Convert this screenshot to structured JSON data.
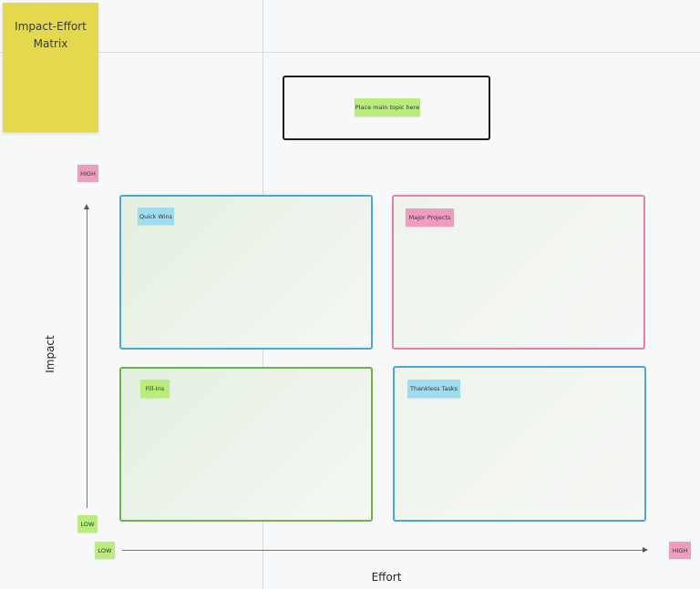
{
  "title": {
    "text": "Impact-Effort Matrix"
  },
  "topic": {
    "label": "Place main topic here"
  },
  "quadrants": {
    "quick_wins": "Quick Wins",
    "major_projects": "Major Projects",
    "fill_ins": "Fill-Ins",
    "thankless_tasks": "Thankless Tasks"
  },
  "axes": {
    "impact": {
      "label": "Impact",
      "high": "HIGH",
      "low": "LOW"
    },
    "effort": {
      "label": "Effort",
      "high": "HIGH",
      "low": "LOW"
    }
  },
  "colors": {
    "sticky_yellow": "#e3d84e",
    "tag_green": "#b9ec7a",
    "tag_pink": "#ee9cc0",
    "tag_blue": "#9fdcf0",
    "border_blue": "#4aa8d8",
    "border_pink": "#e77fa8",
    "border_green": "#6bb445"
  }
}
